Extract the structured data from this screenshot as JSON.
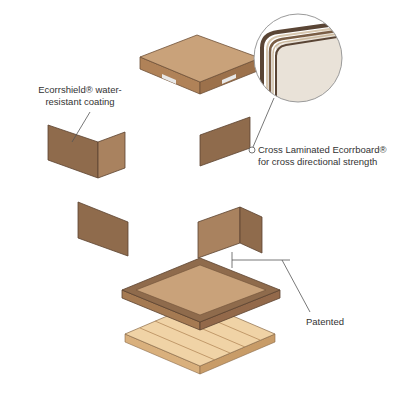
{
  "diagram": {
    "labels": [
      "Ecorrshield® water-resistant coating",
      "Cross Laminated Ecorrboard® for cross directional strength",
      "Patented"
    ]
  }
}
